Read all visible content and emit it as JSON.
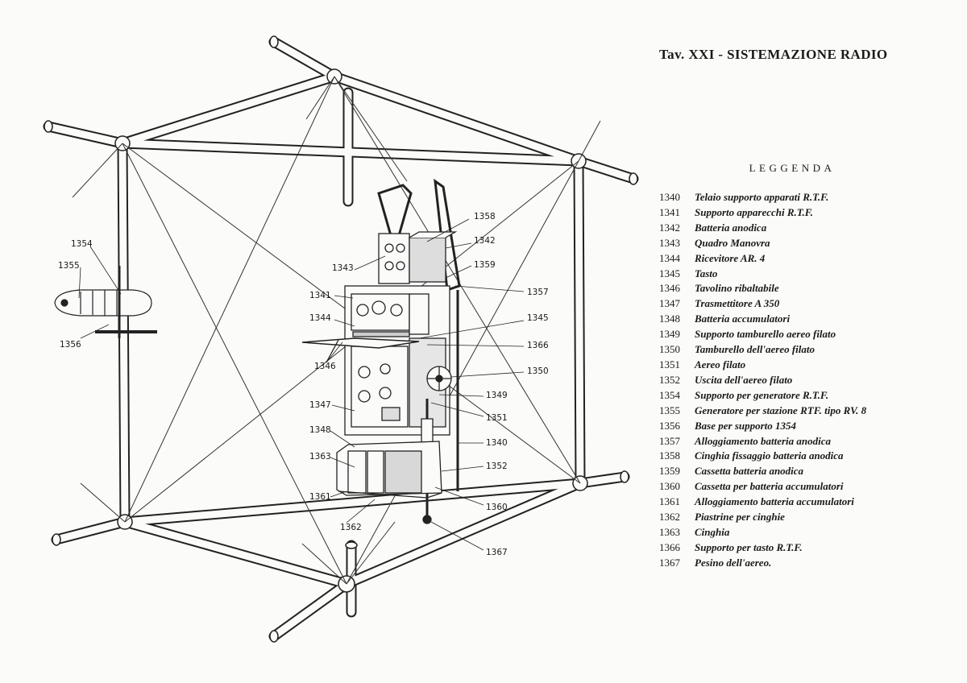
{
  "title": "Tav. XXI - SISTEMAZIONE RADIO",
  "legend_heading": "LEGGENDA",
  "legend": [
    {
      "num": "1340",
      "text": "Telaio supporto apparati R.T.F."
    },
    {
      "num": "1341",
      "text": "Supporto apparecchi R.T.F."
    },
    {
      "num": "1342",
      "text": "Batteria anodica"
    },
    {
      "num": "1343",
      "text": "Quadro Manovra"
    },
    {
      "num": "1344",
      "text": "Ricevitore AR. 4"
    },
    {
      "num": "1345",
      "text": "Tasto"
    },
    {
      "num": "1346",
      "text": "Tavolino ribaltabile"
    },
    {
      "num": "1347",
      "text": "Trasmettitore A 350"
    },
    {
      "num": "1348",
      "text": "Batteria accumulatori"
    },
    {
      "num": "1349",
      "text": "Supporto tamburello aereo filato"
    },
    {
      "num": "1350",
      "text": "Tamburello dell'aereo filato"
    },
    {
      "num": "1351",
      "text": "Aereo filato"
    },
    {
      "num": "1352",
      "text": "Uscita dell'aereo filato"
    },
    {
      "num": "1354",
      "text": "Supporto per generatore R.T.F."
    },
    {
      "num": "1355",
      "text": "Generatore per stazione RTF. tipo RV. 8"
    },
    {
      "num": "1356",
      "text": "Base per supporto 1354"
    },
    {
      "num": "1357",
      "text": "Alloggiamento batteria anodica"
    },
    {
      "num": "1358",
      "text": "Cinghia fissaggio batteria anodica"
    },
    {
      "num": "1359",
      "text": "Cassetta batteria anodica"
    },
    {
      "num": "1360",
      "text": "Cassetta per batteria accumulatori"
    },
    {
      "num": "1361",
      "text": "Alloggiamento batteria accumulatori"
    },
    {
      "num": "1362",
      "text": "Piastrine per cinghie"
    },
    {
      "num": "1363",
      "text": "Cinghia"
    },
    {
      "num": "1366",
      "text": "Supporto per tasto R.T.F."
    },
    {
      "num": "1367",
      "text": "Pesino dell'aereo."
    }
  ],
  "callouts": {
    "c1340": "1340",
    "c1341": "1341",
    "c1342": "1342",
    "c1343": "1343",
    "c1344": "1344",
    "c1345": "1345",
    "c1346": "1346",
    "c1347": "1347",
    "c1348": "1348",
    "c1349": "1349",
    "c1350": "1350",
    "c1351": "1351",
    "c1352": "1352",
    "c1354": "1354",
    "c1355": "1355",
    "c1356": "1356",
    "c1357": "1357",
    "c1358": "1358",
    "c1359": "1359",
    "c1360": "1360",
    "c1361": "1361",
    "c1362": "1362",
    "c1363": "1363",
    "c1366": "1366",
    "c1367": "1367"
  }
}
